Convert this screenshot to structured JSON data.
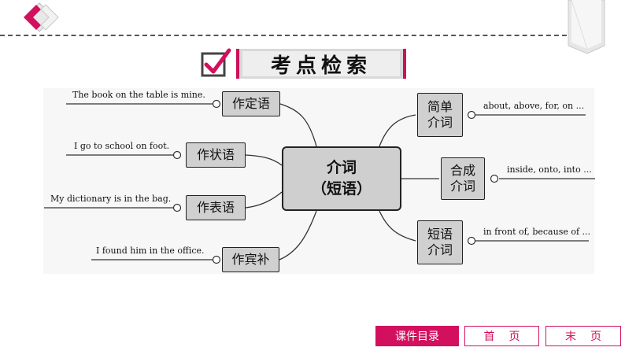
{
  "header": {
    "title": "考点检索",
    "logo_icon": "diamond-chevron-logo",
    "check_icon": "checkbox-check-icon",
    "accent_color": "#cc0f5a"
  },
  "mindmap": {
    "center": {
      "line1": "介词",
      "line2": "（短语）"
    },
    "left_branches": [
      {
        "label": "作定语",
        "example": "The book on the table is mine."
      },
      {
        "label": "作状语",
        "example": "I go to school on foot."
      },
      {
        "label": "作表语",
        "example": "My dictionary is in the bag."
      },
      {
        "label": "作宾补",
        "example": "I found him in the office."
      }
    ],
    "right_branches": [
      {
        "line1": "简单",
        "line2": "介词",
        "example": "about, above, for, on ..."
      },
      {
        "line1": "合成",
        "line2": "介词",
        "example": "inside, onto, into ..."
      },
      {
        "line1": "短语",
        "line2": "介词",
        "example": "in front of, because of ..."
      }
    ]
  },
  "footer": {
    "contents_label": "课件目录",
    "home_label": "首页",
    "end_label": "末页"
  }
}
